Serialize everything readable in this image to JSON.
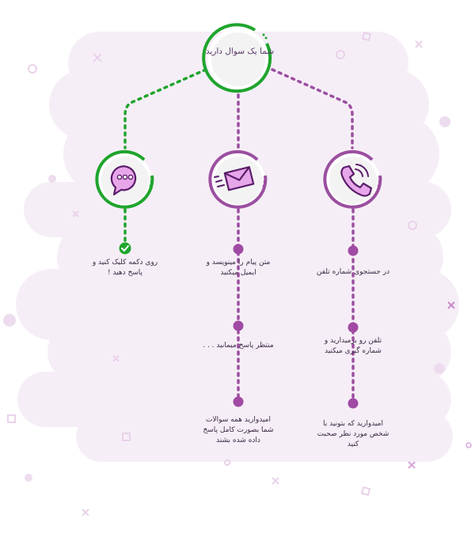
{
  "colors": {
    "green": "#1fa52d",
    "purple": "#9b4f9f",
    "dot": "#a04aa3",
    "blob": "#f6eef7",
    "deco": "#eed8ef"
  },
  "top_node": {
    "title": "شما یک سوال دارید",
    "icon": ""
  },
  "columns": [
    {
      "id": "chat",
      "icon": "chat-bubble-icon",
      "color": "green",
      "steps": [
        {
          "text": [
            "روی دکمه کلیک کنید و",
            "پاسخ دهید !"
          ],
          "marker": "check-icon"
        }
      ]
    },
    {
      "id": "email",
      "icon": "envelope-icon",
      "color": "purple",
      "steps": [
        {
          "text": [
            "متن پیام را مینویسد و",
            "ایمیل میکنید"
          ],
          "marker": "dot"
        },
        {
          "text": [
            "منتظر پاسخ میمانید . . ."
          ],
          "marker": "dot"
        },
        {
          "text": [
            "امیدوارید همه سوالات",
            "شما بصورت کامل پاسخ",
            "داده شده بشند"
          ],
          "marker": "dot"
        }
      ]
    },
    {
      "id": "phone",
      "icon": "phone-icon",
      "color": "purple",
      "steps": [
        {
          "text": [
            "در جستجوی شماره تلفن"
          ],
          "marker": "dot"
        },
        {
          "text": [
            "تلفن رو برمیدارید و",
            "شماره گیری میکنید"
          ],
          "marker": "dot"
        },
        {
          "text": [
            "امیدوارید که بتونید با",
            "شخص مورد نظر صحبت",
            "کنید"
          ],
          "marker": "dot"
        }
      ]
    }
  ]
}
